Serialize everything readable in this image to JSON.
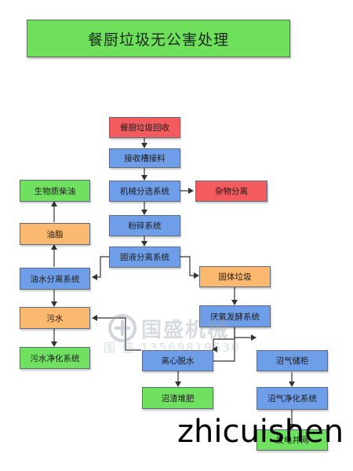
{
  "title": "餐厨垃圾无公害处理",
  "nodes": {
    "collect": "餐厨垃圾回收",
    "receive": "接收槽接料",
    "mech_sort": "机械分选系统",
    "debris": "杂物分离",
    "crush": "粉碎系统",
    "solid_liquid": "固液分离系统",
    "oil_water": "油水分离系统",
    "oil": "油脂",
    "biodiesel": "生物质柴油",
    "sewage": "污水",
    "sewage_purify": "污水净化系统",
    "solid_waste": "固体垃圾",
    "anaerobic": "厌氧发酵系统",
    "centrifuge": "离心脱水",
    "biogas_tank": "沼气储柜",
    "residue_fert": "沼渣堆肥",
    "biogas_purify": "沼气净化系统",
    "gen_power": "发电并网"
  },
  "watermark": {
    "main": "国盛机械",
    "sub": "国 盛 13569819530"
  },
  "brand": "zhicuishen",
  "colors": {
    "title_bg": "#6ee05c",
    "red": "#f35b5e",
    "blue": "#6f9ee8",
    "green": "#6fe060",
    "orange": "#fbb970"
  }
}
